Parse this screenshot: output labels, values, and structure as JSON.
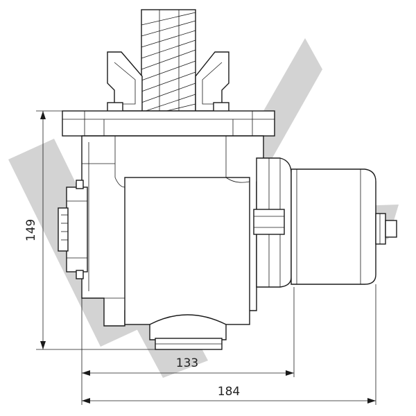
{
  "drawing": {
    "dimensions": {
      "height": "149",
      "width_short": "133",
      "width_total": "184"
    },
    "colors": {
      "line": "#1a1a1a",
      "watermark": "#d3d3d3",
      "background": "#ffffff"
    }
  }
}
